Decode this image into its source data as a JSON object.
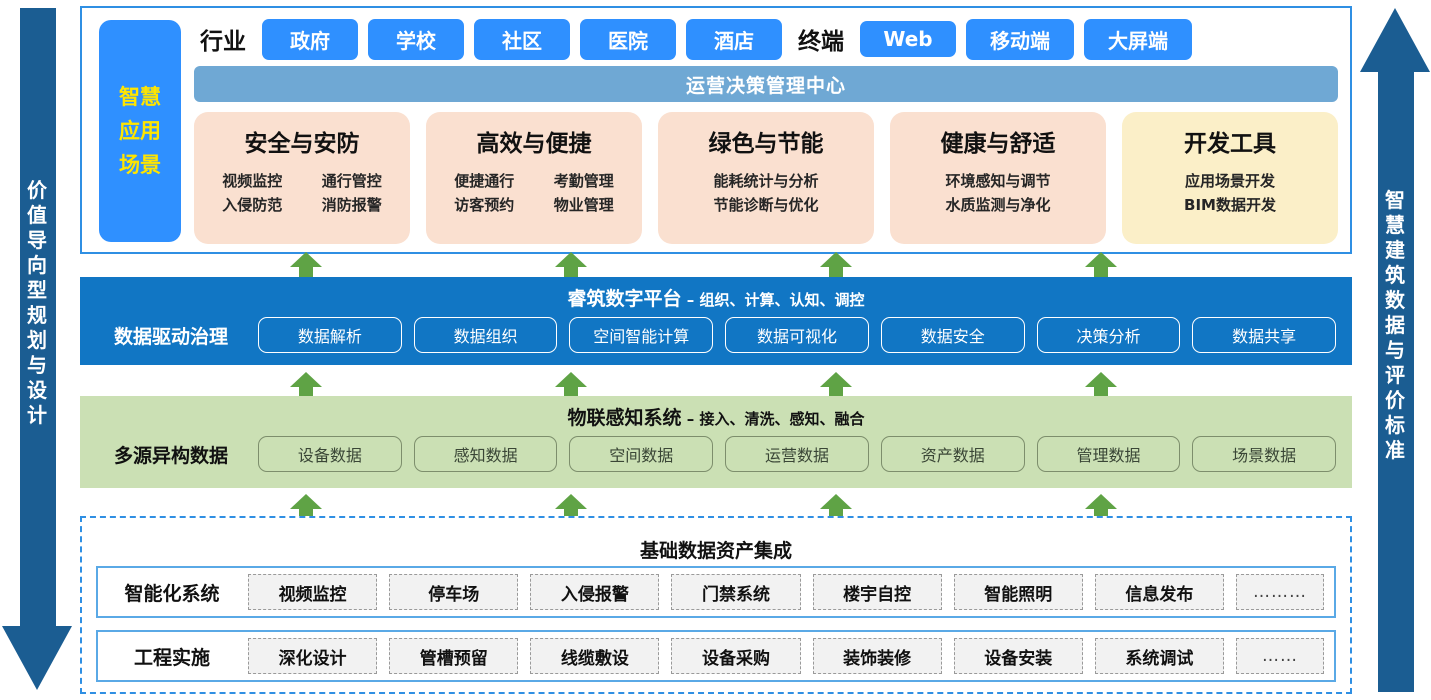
{
  "left_arrow": {
    "name": "value-oriented-planning-arrow",
    "direction": "down",
    "label": "价值导向型规划与设计",
    "chars": [
      "价",
      "值",
      "导",
      "向",
      "型",
      "规",
      "划",
      "与",
      "设",
      "计"
    ],
    "color": "#1B5D92"
  },
  "right_arrow": {
    "name": "smart-building-data-standard-arrow",
    "direction": "up",
    "label": "智慧建筑数据与评价标准",
    "chars": [
      "智",
      "慧",
      "建",
      "筑",
      "数",
      "据",
      "与",
      "评",
      "价",
      "标",
      "准"
    ],
    "color": "#1B5D92"
  },
  "app_layer": {
    "side_label": "智慧应用场景",
    "side_label_lines": [
      "智慧",
      "应用",
      "场景"
    ],
    "side_bg": "#2F90FF",
    "side_text_color": "#FFE500",
    "industry_label": "行业",
    "industry_tags": [
      "政府",
      "学校",
      "社区",
      "医院",
      "酒店"
    ],
    "terminal_label": "终端",
    "terminal_tags": [
      "Web",
      "移动端",
      "大屏端"
    ],
    "center_bar": "运营决策管理中心",
    "center_bar_color": "#6FA8D4",
    "cards": [
      {
        "title": "安全与安防",
        "items": [
          "视频监控",
          "通行管控",
          "入侵防范",
          "消防报警"
        ],
        "columns": 2,
        "bg": "#FAE0D0"
      },
      {
        "title": "高效与便捷",
        "items": [
          "便捷通行",
          "考勤管理",
          "访客预约",
          "物业管理"
        ],
        "columns": 2,
        "bg": "#FAE0D0"
      },
      {
        "title": "绿色与节能",
        "items": [
          "能耗统计与分析",
          "节能诊断与优化"
        ],
        "columns": 1,
        "bg": "#FAE0D0"
      },
      {
        "title": "健康与舒适",
        "items": [
          "环境感知与调节",
          "水质监测与净化"
        ],
        "columns": 1,
        "bg": "#FAE0D0"
      },
      {
        "title": "开发工具",
        "items": [
          "应用场景开发",
          "BIM数据开发"
        ],
        "columns": 1,
        "bg": "#FBEFC8"
      }
    ]
  },
  "platform_layer": {
    "title_main": "睿筑数字平台",
    "title_sub": " – 组织、计算、认知、调控",
    "row_label": "数据驱动治理",
    "chips": [
      "数据解析",
      "数据组织",
      "空间智能计算",
      "数据可视化",
      "数据安全",
      "决策分析",
      "数据共享"
    ],
    "bg": "#1176C4"
  },
  "iot_layer": {
    "title_main": "物联感知系统",
    "title_sub": " – 接入、清洗、感知、融合",
    "row_label": "多源异构数据",
    "chips": [
      "设备数据",
      "感知数据",
      "空间数据",
      "运营数据",
      "资产数据",
      "管理数据",
      "场景数据"
    ],
    "bg": "#CBE0B4"
  },
  "foundation_layer": {
    "title": "基础数据资产集成",
    "border_color": "#2F8FE3",
    "rows": [
      {
        "label": "智能化系统",
        "items": [
          "视频监控",
          "停车场",
          "入侵报警",
          "门禁系统",
          "楼宇自控",
          "智能照明",
          "信息发布"
        ],
        "more": "………"
      },
      {
        "label": "工程实施",
        "items": [
          "深化设计",
          "管槽预留",
          "线缆敷设",
          "设备采购",
          "装饰装修",
          "设备安装",
          "系统调试"
        ],
        "more": "……"
      }
    ]
  },
  "connector_arrows": {
    "color": "#5FA345",
    "count_per_gap": 4
  }
}
